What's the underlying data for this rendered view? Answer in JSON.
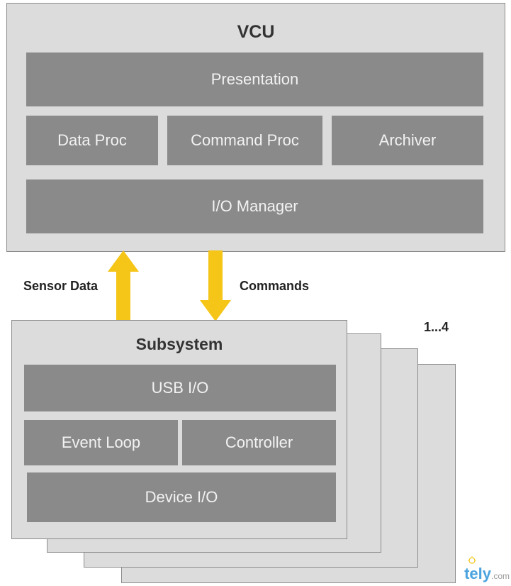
{
  "colors": {
    "panel_bg": "#dcdcdc",
    "panel_border": "#8c8c8c",
    "block_bg": "#8a8a8a",
    "block_text": "#f2f2f2",
    "arrow": "#f5c518",
    "watermark": "#4aa3df"
  },
  "vcu": {
    "title": "VCU",
    "presentation": "Presentation",
    "data_proc": "Data Proc",
    "command_proc": "Command Proc",
    "archiver": "Archiver",
    "io_manager": "I/O Manager"
  },
  "connections": {
    "sensor_data": "Sensor Data",
    "commands": "Commands"
  },
  "subsystem": {
    "title": "Subsystem",
    "multiplicity": "1...4",
    "usb_io": "USB I/O",
    "event_loop": "Event Loop",
    "controller": "Controller",
    "device_io": "Device I/O"
  },
  "watermark": {
    "text": "tely",
    "suffix": ".com"
  }
}
